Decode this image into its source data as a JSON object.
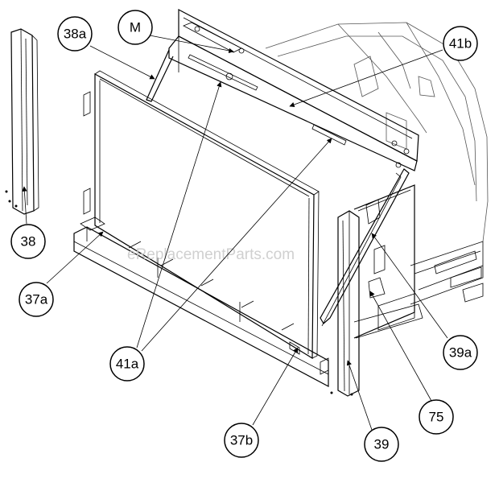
{
  "watermark": "eReplacementParts.com",
  "callouts": [
    {
      "id": "38a",
      "label": "38a"
    },
    {
      "id": "M",
      "label": "M"
    },
    {
      "id": "41b",
      "label": "41b"
    },
    {
      "id": "38",
      "label": "38"
    },
    {
      "id": "37a",
      "label": "37a"
    },
    {
      "id": "41a",
      "label": "41a"
    },
    {
      "id": "37b",
      "label": "37b"
    },
    {
      "id": "39",
      "label": "39"
    },
    {
      "id": "75",
      "label": "75"
    },
    {
      "id": "39a",
      "label": "39a"
    }
  ]
}
